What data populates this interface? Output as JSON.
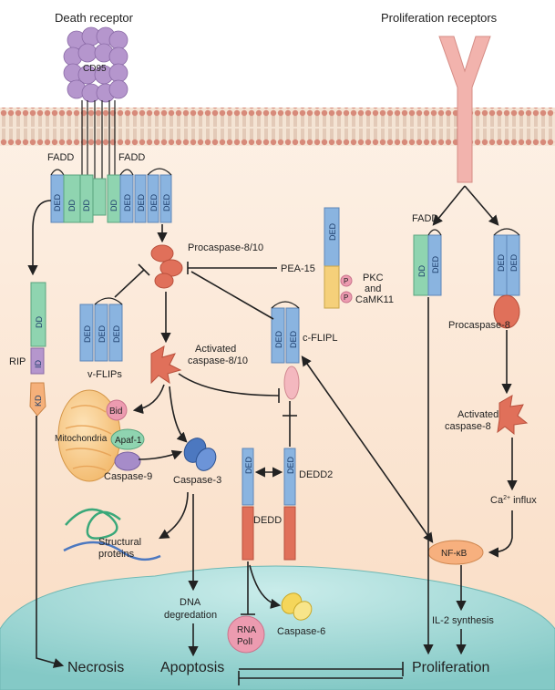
{
  "labels": {
    "death_receptor": "Death receptor",
    "proliferation_receptors": "Proliferation receptors",
    "cd95": "CD95",
    "fadd_left": "FADD",
    "fadd_mid": "FADD",
    "fadd_right": "FADD",
    "procaspase_810": "Procaspase-8/10",
    "pea15": "PEA-15",
    "pkc": "PKC",
    "and": "and",
    "camk11": "CaMK11",
    "p": "P",
    "rip": "RIP",
    "id": "ID",
    "kd": "KD",
    "dd": "DD",
    "ded": "DED",
    "vflips": "v-FLIPs",
    "activated_casp810_line1": "Activated",
    "activated_casp810_line2": "caspase-8/10",
    "cflipl": "c-FLIPL",
    "procaspase8": "Procaspase-8",
    "activated_casp8_line1": "Activated",
    "activated_casp8_line2": "caspase-8",
    "bid": "Bid",
    "mitochondria": "Mitochondria",
    "apaf1": "Apaf-1",
    "caspase9": "Caspase-9",
    "caspase3": "Caspase-3",
    "dedd2": "DEDD2",
    "dedd": "DEDD",
    "ca_base": "Ca",
    "ca_sup": "2+",
    "ca_influx": " influx",
    "structural1": "Structural",
    "structural2": "proteins",
    "nfkb": "NF-κB",
    "dna1": "DNA",
    "dna2": "degredation",
    "il2": "IL-2 synthesis",
    "rna1": "RNA",
    "rna2": "PolI",
    "caspase6": "Caspase-6",
    "necrosis": "Necrosis",
    "apoptosis": "Apoptosis",
    "proliferation": "Proliferation"
  },
  "colors": {
    "cytoplasm": "#fbe6d4",
    "nucleus": "#a9dcd9",
    "membrane_head": "#d78a7a",
    "ded_blue": "#8ab4e0",
    "dd_green": "#8fd4b0",
    "caspase_red": "#e0705a",
    "receptor_purple": "#b596cd"
  }
}
